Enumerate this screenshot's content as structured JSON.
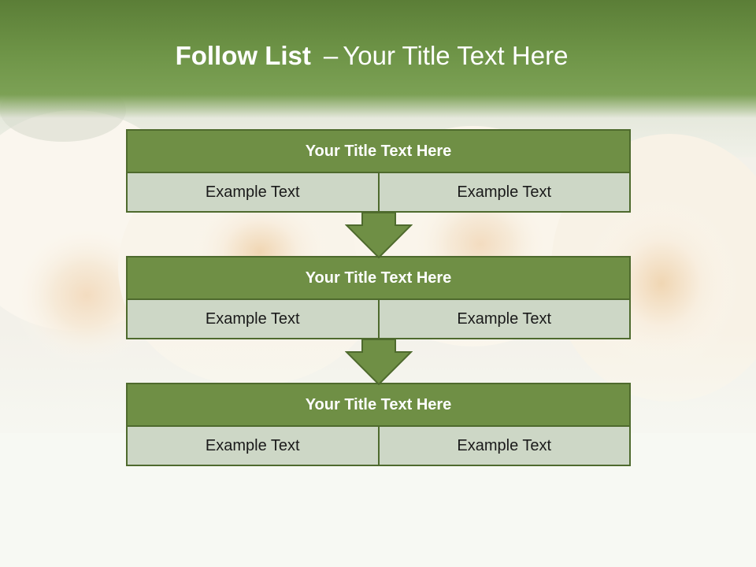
{
  "slide": {
    "title_bold": "Follow List",
    "title_separator": "–",
    "title_rest": "Your Title Text Here",
    "steps": [
      {
        "title": "Your Title Text Here",
        "left": "Example Text",
        "right": "Example Text"
      },
      {
        "title": "Your Title Text Here",
        "left": "Example Text",
        "right": "Example Text"
      },
      {
        "title": "Your Title Text Here",
        "left": "Example Text",
        "right": "Example Text"
      }
    ]
  },
  "colors": {
    "header_green": "#6e9447",
    "box_title_green": "#6f8f45",
    "box_border": "#4e6a2d",
    "cell_fill": "#cdd7c6",
    "arrow_fill": "#6f8f45"
  },
  "icons": {
    "arrow": "down-arrow-icon",
    "background": "white-roses-image"
  }
}
